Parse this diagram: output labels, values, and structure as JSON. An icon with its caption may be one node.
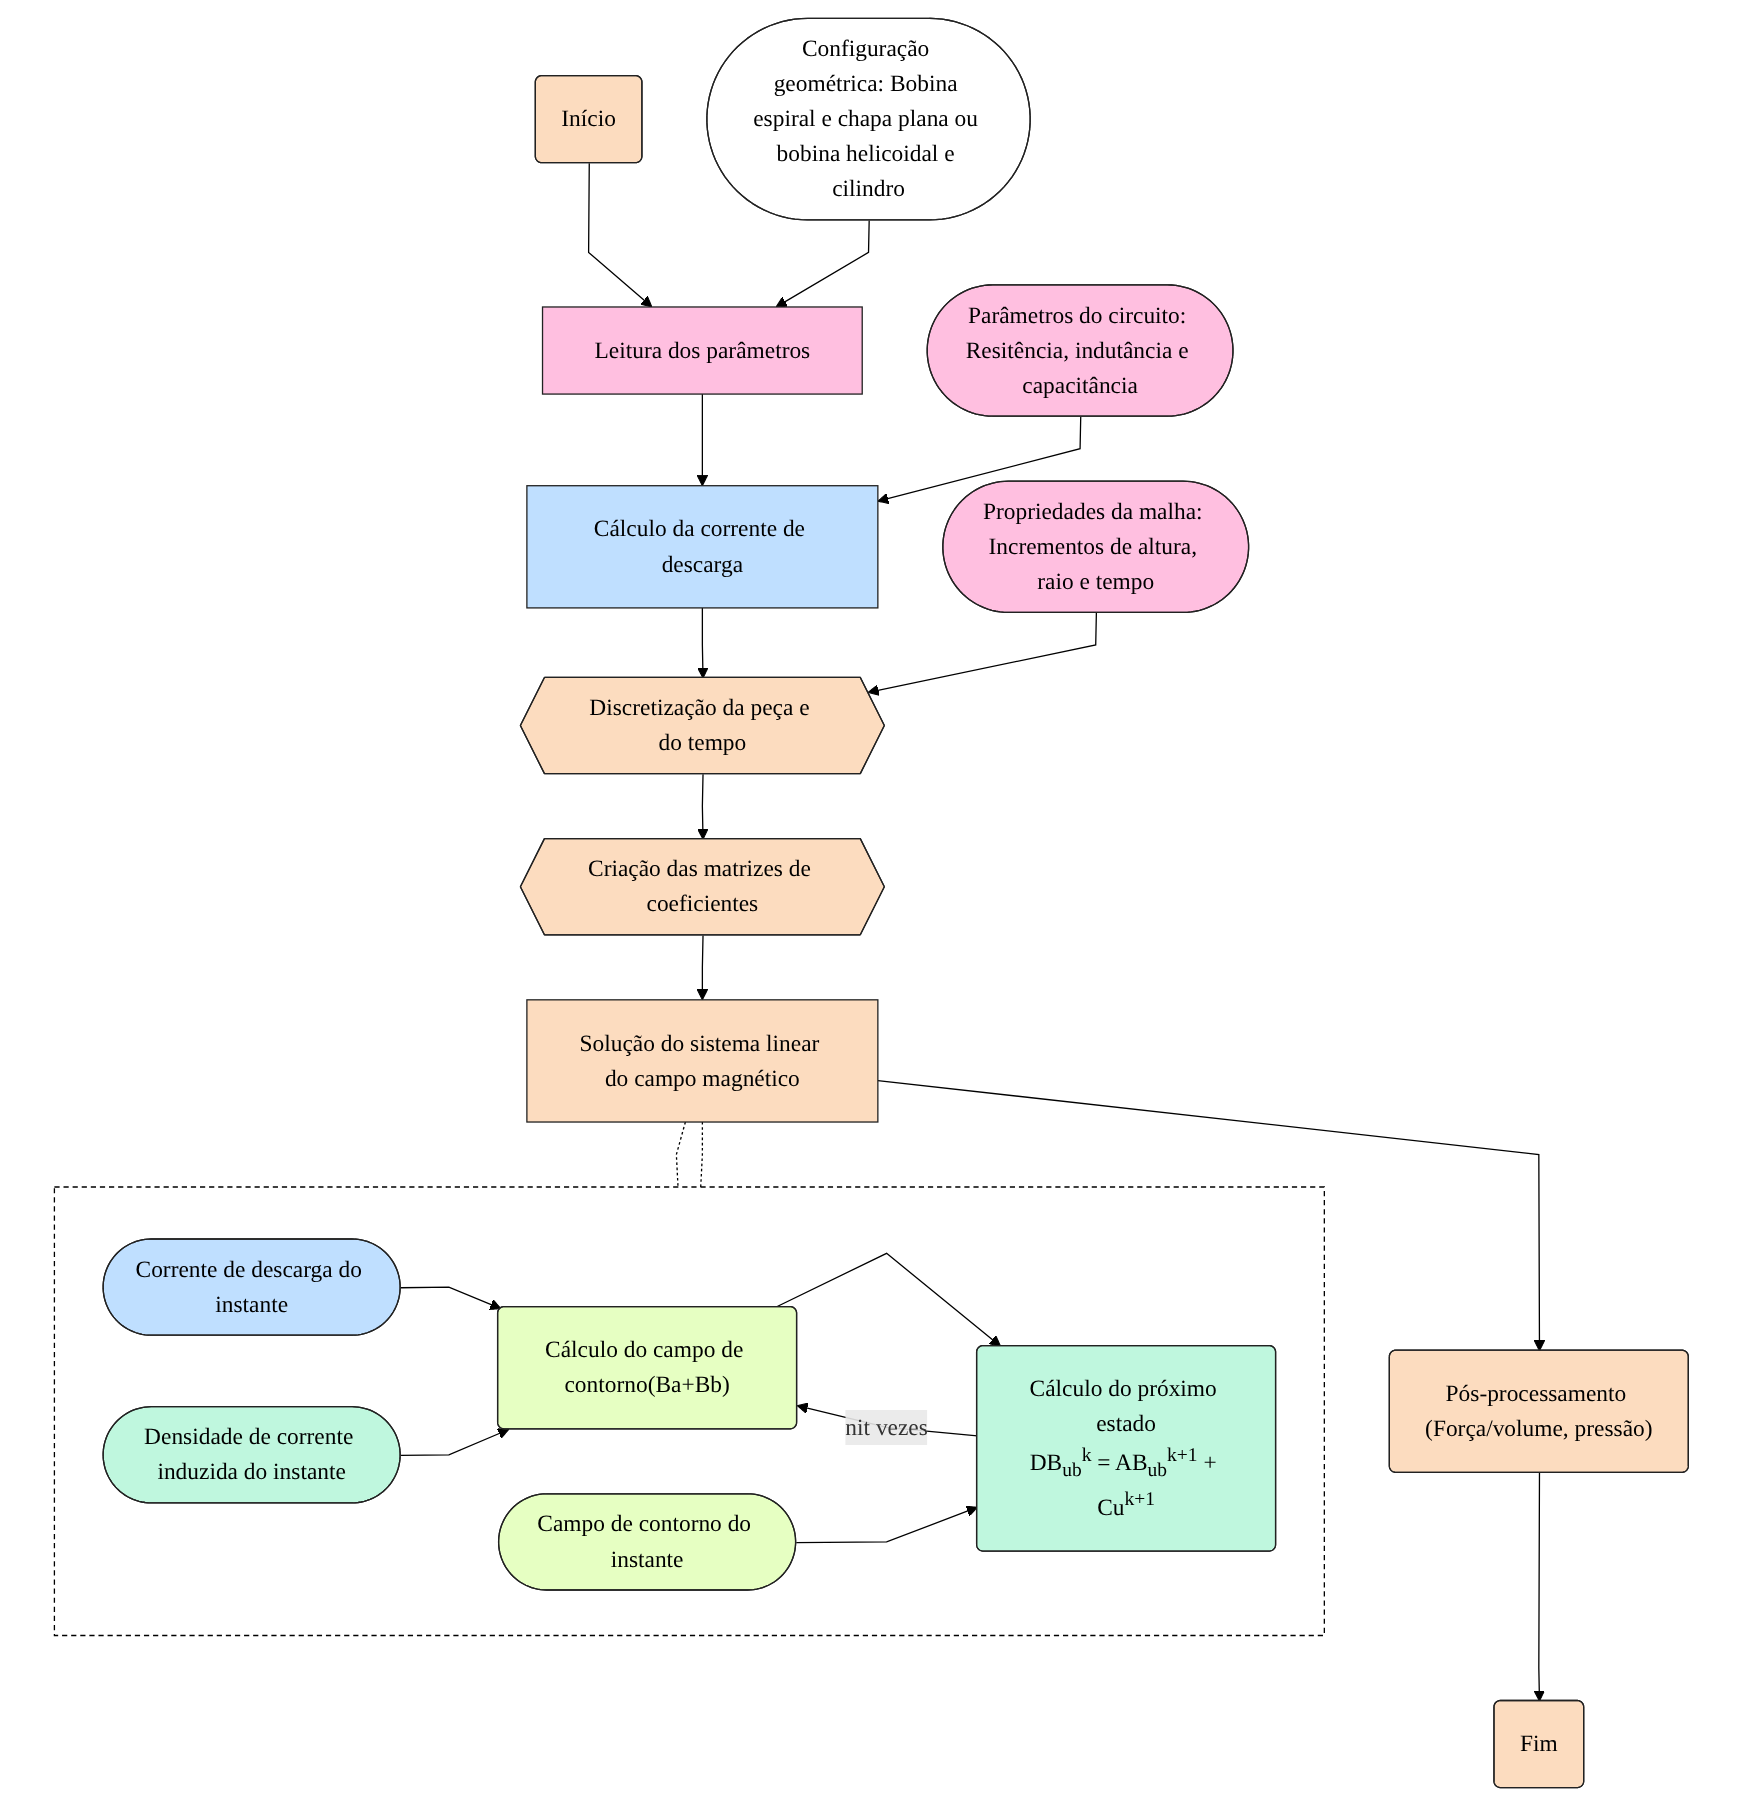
{
  "diagram": {
    "nodes": [
      {
        "text": [
          "Início"
        ]
      },
      {
        "text": [
          "Leitura dos parâmetros"
        ]
      },
      {
        "text": [
          "Configuração geométrica: Bobina espiral e chapa plana ou bobina helicoidal e cilindro"
        ]
      },
      {
        "text": [
          "Cálculo da corrente de descarga"
        ]
      },
      {
        "text": [
          "Parâmetros do circuito: Resitência, indutância e capacitância"
        ]
      },
      {
        "text": [
          "Discretização da peça e do tempo"
        ]
      },
      {
        "text": [
          "Propriedades da malha: Incrementos de altura, raio e tempo"
        ]
      },
      {
        "text": [
          "Criação das matrizes de coeficientes"
        ]
      },
      {
        "text": [
          "Solução do sistema linear do campo magnético"
        ]
      },
      {
        "text": [],
        "shape": "box"
      },
      {
        "text": [
          "Corrente de descarga do instante"
        ],
        "in": 9
      },
      {
        "text": [
          "Densidade de corrente induzida do instante"
        ],
        "in": 9
      },
      {
        "text": [
          "Cálculo do campo de contorno(Ba+Bb)"
        ],
        "in": 9
      },
      {
        "text": [
          "Campo de contorno do instante"
        ],
        "in": 9
      },
      {
        "text": [
          "Cálculo do próximo estado",
          "DB$_{ub}$$^{k}$ = AB$_{ub}$$^{k+1}$ + Cu$^{k+1}$"
        ],
        "in": 9
      },
      {
        "text": [
          "Pós-processamento (Força/volume, pressão)"
        ]
      },
      {
        "text": [
          "Fim"
        ]
      }
    ],
    "edges": [
      {
        "from": 0,
        "to": 1,
        "arrow": "to"
      },
      {
        "from": 2,
        "to": 1,
        "arrow": "to"
      },
      {
        "from": 1,
        "to": 3,
        "arrow": "to"
      },
      {
        "from": 4,
        "to": 3,
        "arrow": "to"
      },
      {
        "from": 3,
        "to": 5,
        "arrow": "to"
      },
      {
        "from": 6,
        "to": 5,
        "arrow": "to"
      },
      {
        "from": 5,
        "to": 7,
        "arrow": "to"
      },
      {
        "from": 7,
        "to": 8,
        "arrow": "to"
      },
      {
        "from": 8,
        "to": 15,
        "arrow": "to"
      },
      {
        "from": 15,
        "to": 16,
        "arrow": "to"
      },
      {
        "from": 8,
        "to": 9,
        "arrow": "none",
        "style": "dashed"
      },
      {
        "from": 8,
        "to": 9,
        "arrow": "none",
        "style": "dashed"
      },
      {
        "from": 10,
        "to": 12,
        "arrow": "to"
      },
      {
        "from": 11,
        "to": 12,
        "arrow": "to"
      },
      {
        "from": 12,
        "to": 14,
        "arrow": "to"
      },
      {
        "from": 13,
        "to": 14,
        "arrow": "to"
      },
      {
        "from": 14,
        "to": 12,
        "arrow": "to",
        "label": "nit vezes"
      }
    ]
  }
}
